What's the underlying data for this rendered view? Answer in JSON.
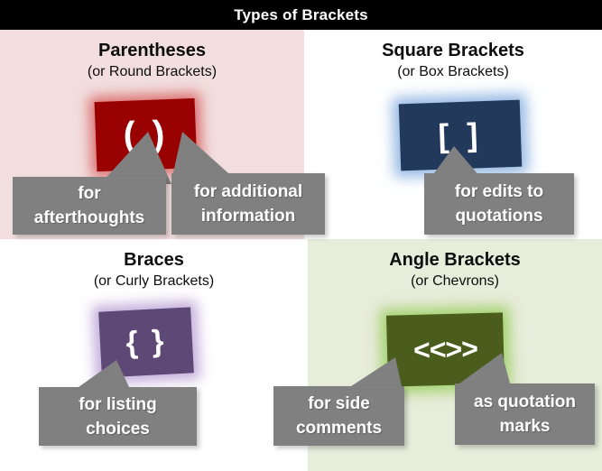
{
  "title": "Types of Brackets",
  "colors": {
    "title_bar_bg": "#000000",
    "title_bar_text": "#ffffff",
    "parentheses_bg": "#f2dede",
    "parentheses_box": "#990000",
    "parentheses_glow": "#d65a5a",
    "square_bg": "#ffffff",
    "square_box": "#23395b",
    "square_glow": "#78a5dc",
    "braces_bg": "#ffffff",
    "braces_box": "#5e4876",
    "braces_glow": "#baa0d4",
    "angle_bg": "#e8ecdb",
    "angle_box": "#4a5d1c",
    "angle_glow": "#96cd5a",
    "callout_bg": "#808080",
    "callout_text": "#ffffff",
    "heading_text": "#0d0d0d"
  },
  "quadrants": [
    {
      "id": "parentheses",
      "heading": "Parentheses",
      "subheading": "(or Round Brackets)",
      "symbol": "( )",
      "callouts": [
        {
          "id": "afterthoughts",
          "line1": "for",
          "line2": "afterthoughts"
        },
        {
          "id": "additional",
          "line1": "for additional",
          "line2": "information"
        }
      ]
    },
    {
      "id": "square",
      "heading": "Square Brackets",
      "subheading": "(or Box Brackets)",
      "symbol": "[ ]",
      "callouts": [
        {
          "id": "edits",
          "line1": "for edits to",
          "line2": "quotations"
        }
      ]
    },
    {
      "id": "braces",
      "heading": "Braces",
      "subheading": "(or Curly Brackets)",
      "symbol": "{ }",
      "callouts": [
        {
          "id": "listing",
          "line1": "for listing",
          "line2": "choices"
        }
      ]
    },
    {
      "id": "angle",
      "heading": "Angle Brackets",
      "subheading": "(or Chevrons)",
      "symbol": "<<>>",
      "callouts": [
        {
          "id": "side",
          "line1": "for side",
          "line2": "comments"
        },
        {
          "id": "quotation",
          "line1": "as quotation",
          "line2": "marks"
        }
      ]
    }
  ]
}
